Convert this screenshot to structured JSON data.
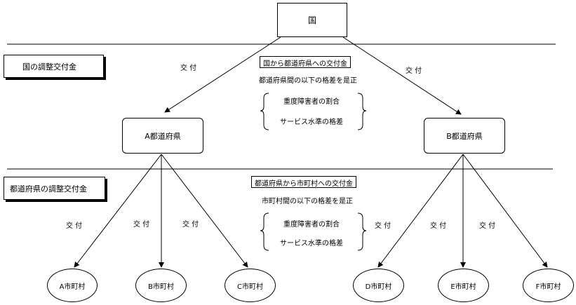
{
  "top": {
    "label": "国"
  },
  "section1": {
    "label": "国の調整交付金",
    "box": "国から都道府県への交付金",
    "subtitle": "都道府県間の以下の格差を是正",
    "items": [
      "重度障害者の割合",
      "サービス水準の格差"
    ],
    "edge_label": "交 付"
  },
  "section2": {
    "label": "都道府県の調整交付金",
    "box": "都道府県から市町村への交付金",
    "subtitle": "市町村間の以下の格差を是正",
    "items": [
      "重度障害者の割合",
      "サービス水準の格差"
    ],
    "edge_label": "交 付"
  },
  "prefectures": [
    "A都道府県",
    "B都道府県"
  ],
  "municipalities": [
    "A市町村",
    "B市町村",
    "C市町村",
    "D市町村",
    "E市町村",
    "F市町村"
  ]
}
